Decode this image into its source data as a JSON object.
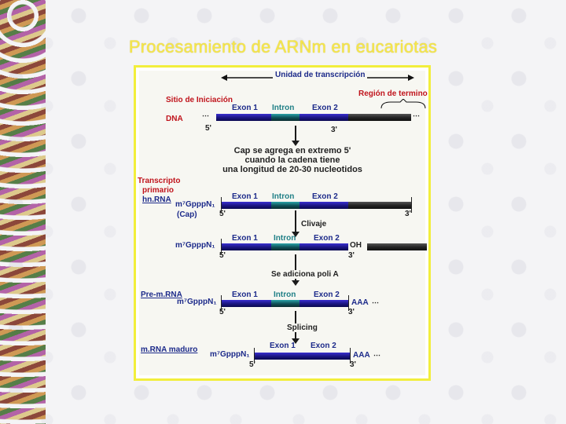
{
  "slide": {
    "title": "Procesamiento de ARNm en eucariotas"
  },
  "diagram": {
    "unit_label": "Unidad de transcripción",
    "start_site": "Sitio de Iniciación",
    "termination_region": "Región de termino",
    "dna_label": "DNA",
    "exon1": "Exon 1",
    "intron": "Intron",
    "exon2": "Exon 2",
    "five_prime": "5'",
    "three_prime": "3'",
    "cap_note_line1": "Cap se agrega en extremo 5'",
    "cap_note_line2": "cuando la cadena tiene",
    "cap_note_line3": "una longitud de 20-30 nucleotidos",
    "primary_transcript_line1": "Transcripto",
    "primary_transcript_line2": "primario",
    "hnrna": "hn.RNA",
    "cap_formula": "m⁷Gppp",
    "cap_n1": "N₁",
    "cap_label": "(Cap)",
    "cleavage": "Clivaje",
    "oh": "OH",
    "polya_step": "Se adiciona poli A",
    "pre_mrna": "Pre-m.RNA",
    "polya_tail": "AAA",
    "splicing": "Splicing",
    "mature_mrna": "m.RNA maduro"
  },
  "colors": {
    "title": "#f6e74a",
    "panel_border": "#f2ee3c",
    "exon": "#1a1580",
    "intron": "#0f4f56",
    "label_red": "#c0141c",
    "label_navy": "#1c2a8a"
  }
}
